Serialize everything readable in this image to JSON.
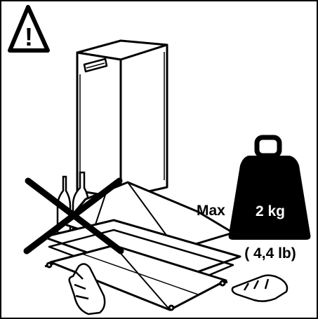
{
  "warning": {
    "glyph": "!",
    "icon": "warning-triangle-icon"
  },
  "weight": {
    "prefix": "Max",
    "value": "2 kg",
    "alt_value": "( 4,4 lb)"
  },
  "colors": {
    "ink": "#000000",
    "paper": "#ffffff"
  }
}
